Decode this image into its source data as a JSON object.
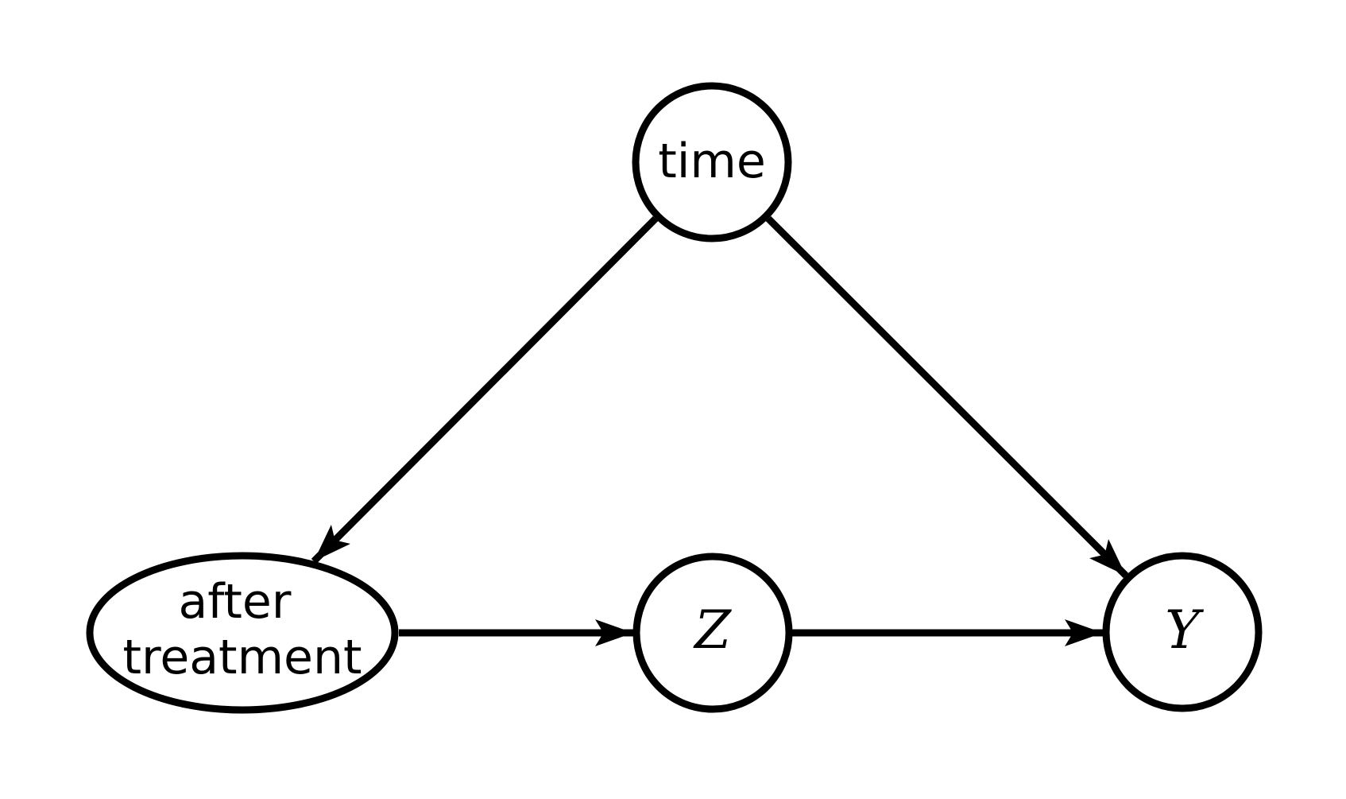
{
  "diagram": {
    "kind": "causal-dag",
    "background_color": "#ffffff",
    "line_color": "#000000",
    "nodes": [
      {
        "id": "time",
        "label": "time",
        "shape": "circle",
        "text_style": "sans"
      },
      {
        "id": "after_treatment",
        "label": "after treatment",
        "label_lines": [
          "after",
          "treatment"
        ],
        "shape": "ellipse",
        "text_style": "sans"
      },
      {
        "id": "Z",
        "label": "Z",
        "shape": "circle",
        "text_style": "math-italic"
      },
      {
        "id": "Y",
        "label": "Y",
        "shape": "circle",
        "text_style": "math-italic"
      }
    ],
    "edges": [
      {
        "from": "time",
        "to": "after treatment"
      },
      {
        "from": "time",
        "to": "Y"
      },
      {
        "from": "after treatment",
        "to": "Z"
      },
      {
        "from": "Z",
        "to": "Y"
      }
    ]
  }
}
